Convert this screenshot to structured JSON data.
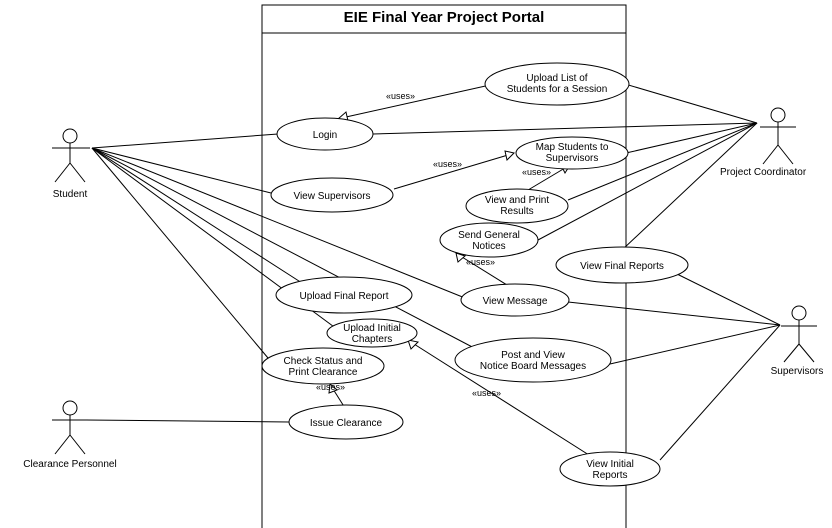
{
  "diagram": {
    "system_title": "EIE Final Year Project Portal",
    "actors": [
      {
        "id": "student",
        "label": "Student"
      },
      {
        "id": "coordinator",
        "label": "Project Coordinator"
      },
      {
        "id": "supervisors",
        "label": "Supervisors"
      },
      {
        "id": "clearance",
        "label": "Clearance Personnel"
      }
    ],
    "use_cases": [
      {
        "id": "upload_list",
        "lines": [
          "Upload List of",
          "Students for a Session"
        ]
      },
      {
        "id": "login",
        "lines": [
          "Login"
        ]
      },
      {
        "id": "map_students",
        "lines": [
          "Map Students to",
          "Supervisors"
        ]
      },
      {
        "id": "view_supervisors",
        "lines": [
          "View Supervisors"
        ]
      },
      {
        "id": "view_print_results",
        "lines": [
          "View and Print",
          "Results"
        ]
      },
      {
        "id": "send_notices",
        "lines": [
          "Send General",
          "Notices"
        ]
      },
      {
        "id": "view_final_reports",
        "lines": [
          "View Final Reports"
        ]
      },
      {
        "id": "upload_final",
        "lines": [
          "Upload Final Report"
        ]
      },
      {
        "id": "view_message",
        "lines": [
          "View Message"
        ]
      },
      {
        "id": "upload_initial",
        "lines": [
          "Upload Initial",
          "Chapters"
        ]
      },
      {
        "id": "post_view",
        "lines": [
          "Post and View",
          "Notice Board Messages"
        ]
      },
      {
        "id": "check_status",
        "lines": [
          "Check Status and",
          "Print Clearance"
        ]
      },
      {
        "id": "issue_clearance",
        "lines": [
          "Issue Clearance"
        ]
      },
      {
        "id": "view_initial",
        "lines": [
          "View Initial",
          "Reports"
        ]
      }
    ],
    "relation_labels": [
      "«uses»",
      "«uses»",
      "«uses»",
      "«uses»",
      "«uses»",
      "«uses»"
    ]
  }
}
